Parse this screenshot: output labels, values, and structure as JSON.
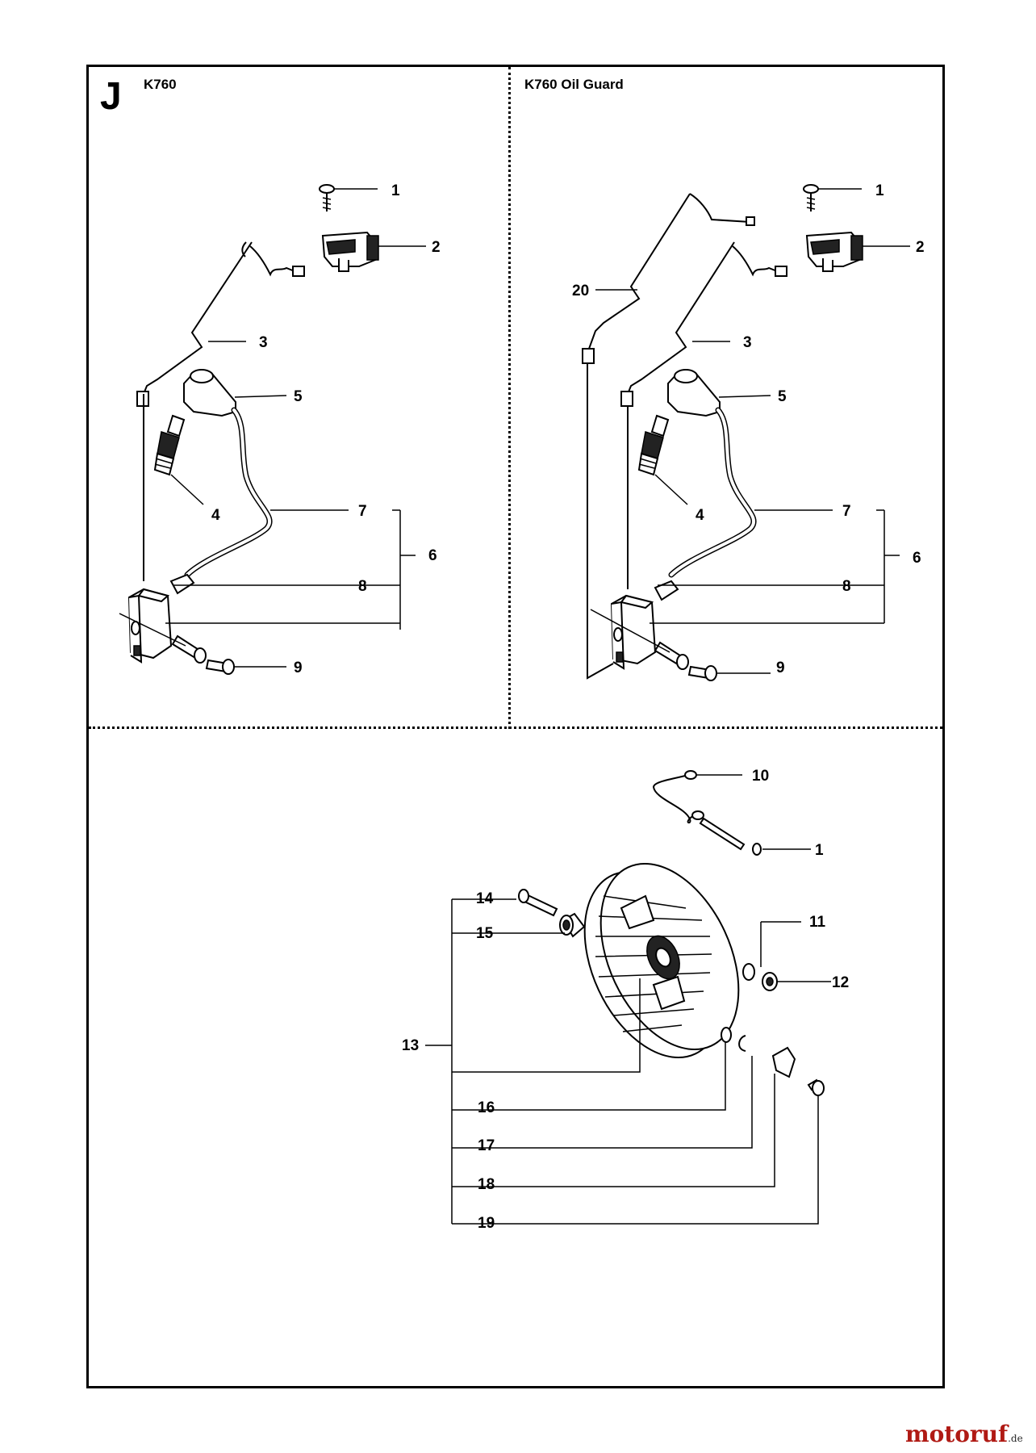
{
  "section_letter": "J",
  "panels": {
    "left": {
      "title": "K760"
    },
    "right": {
      "title": "K760 Oil Guard"
    }
  },
  "callouts": {
    "left": [
      "1",
      "2",
      "3",
      "5",
      "4",
      "7",
      "6",
      "8",
      "9"
    ],
    "right": [
      "1",
      "2",
      "20",
      "3",
      "5",
      "4",
      "7",
      "6",
      "8",
      "9"
    ],
    "bottom": [
      "10",
      "1",
      "14",
      "15",
      "11",
      "12",
      "13",
      "16",
      "17",
      "18",
      "19"
    ]
  },
  "brand": {
    "name": "motoruf",
    "suffix": ".de"
  }
}
